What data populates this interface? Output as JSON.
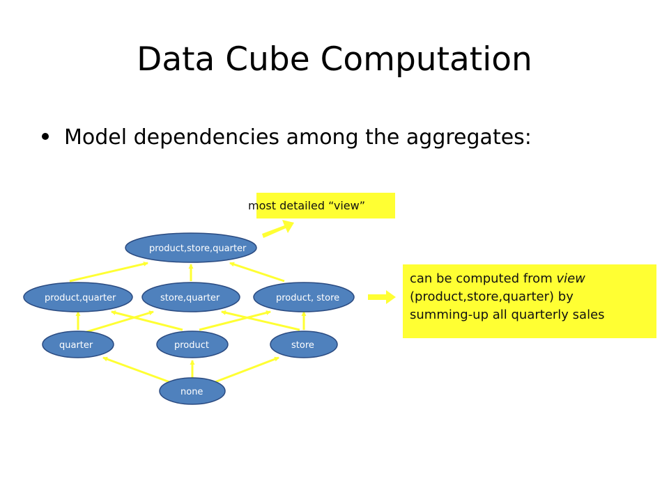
{
  "slide": {
    "title": "Data Cube Computation",
    "bullet": "Model dependencies among the aggregates:"
  },
  "callouts": {
    "top": "most detailed “view”",
    "right_line1_pre": "can be computed from ",
    "right_line1_italic": "view",
    "right_line2": "(product,store,quarter) by",
    "right_line3": "summing-up all quarterly sales"
  },
  "lattice": {
    "nodes": {
      "psq": "product,store,quarter",
      "pq": "product,quarter",
      "sq": "store,quarter",
      "ps": "product, store",
      "q": "quarter",
      "p": "product",
      "s": "store",
      "none": "none"
    }
  },
  "colors": {
    "node_fill": "#4f81bd",
    "node_stroke": "#2a4a80",
    "arrow": "#ffff33",
    "callout_bg": "#ffff33"
  }
}
